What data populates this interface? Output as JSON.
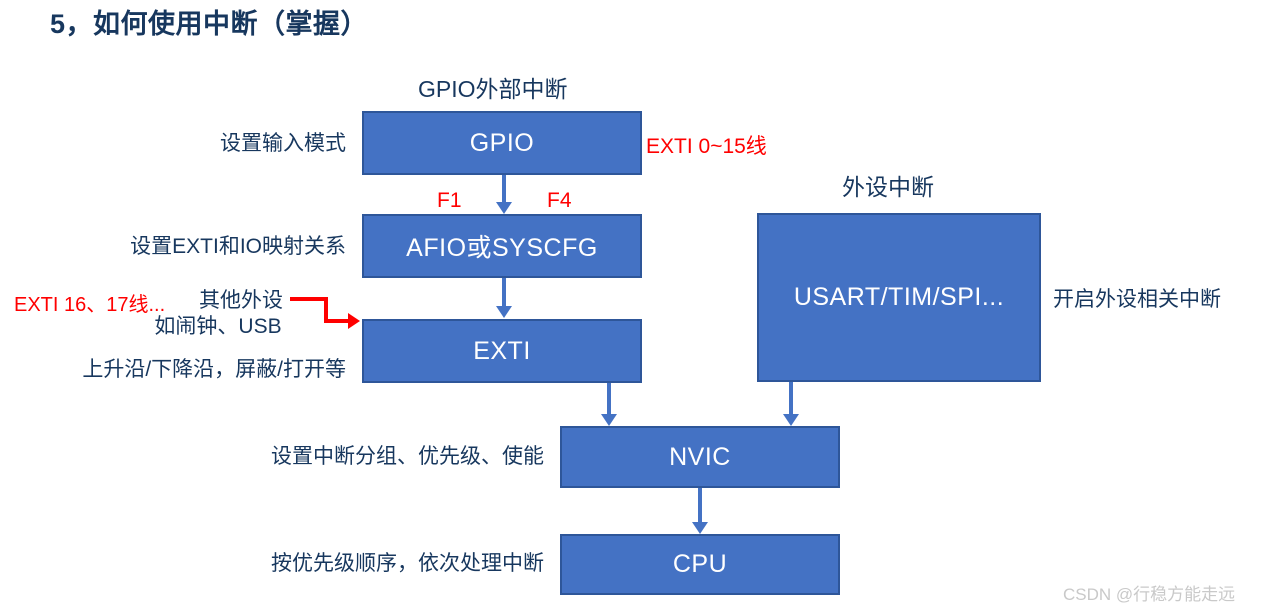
{
  "slide": {
    "title": "5，如何使用中断（掌握）",
    "watermark": "CSDN @行稳方能走远"
  },
  "sections": {
    "gpio_interrupt_heading": "GPIO外部中断",
    "peripheral_interrupt_heading": "外设中断"
  },
  "boxes": {
    "gpio": "GPIO",
    "afio": "AFIO或SYSCFG",
    "exti": "EXTI",
    "usart": "USART/TIM/SPI...",
    "nvic": "NVIC",
    "cpu": "CPU"
  },
  "labels": {
    "gpio_side": "设置输入模式",
    "afio_side": "设置EXTI和IO映射关系",
    "exti_side": "上升沿/下降沿，屏蔽/打开等",
    "other_periph_line1": "其他外设",
    "other_periph_line2": "如闹钟、USB",
    "usart_side": "开启外设相关中断",
    "nvic_side": "设置中断分组、优先级、使能",
    "cpu_side": "按优先级顺序，依次处理中断"
  },
  "annotations": {
    "exti_lines": "EXTI 0~15线",
    "f1": "F1",
    "f4": "F4",
    "exti_16_17": "EXTI 16、17线..."
  },
  "colors": {
    "box_fill": "#4472C4",
    "box_border": "#2E5699",
    "navy_text": "#17375E",
    "red_accent": "#FF0000",
    "watermark": "#C9C9C9",
    "background": "#FFFFFF"
  }
}
